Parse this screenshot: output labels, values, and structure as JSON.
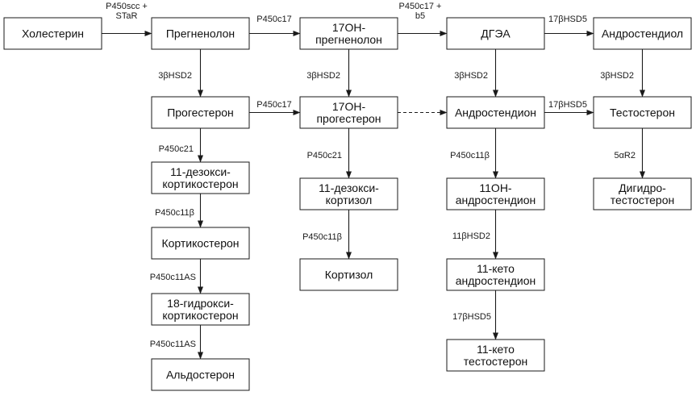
{
  "nodes": {
    "cholesterol": [
      "Холестерин"
    ],
    "pregnenolone": [
      "Прегненолон"
    ],
    "oh17_pregnenolone": [
      "17OH-",
      "прегненолон"
    ],
    "dhea": [
      "ДГЭА"
    ],
    "androstenediol": [
      "Андростендиол"
    ],
    "progesterone": [
      "Прогестерон"
    ],
    "oh17_progesterone": [
      "17OH-",
      "прогестерон"
    ],
    "androstenedione": [
      "Андростендион"
    ],
    "testosterone": [
      "Тестостерон"
    ],
    "deoxycorticosterone": [
      "11-дезокси-",
      "кортикостерон"
    ],
    "deoxycortisol": [
      "11-дезокси-",
      "кортизол"
    ],
    "oh11_androstenedione": [
      "11OH-",
      "андростендион"
    ],
    "dihydrotestosterone": [
      "Дигидро-",
      "тестостерон"
    ],
    "corticosterone": [
      "Кортикостерон"
    ],
    "cortisol": [
      "Кортизол"
    ],
    "keto11_androstenedione": [
      "11-кето",
      "андростендион"
    ],
    "hydroxycorticosterone18": [
      "18-гидрокси-",
      "кортикостерон"
    ],
    "keto11_testosterone": [
      "11-кето",
      "тестостерон"
    ],
    "aldosterone": [
      "Альдостерон"
    ]
  },
  "edges": {
    "chol_to_preg": [
      "P450scc +",
      "STaR"
    ],
    "preg_to_oh17preg": [
      "P450c17"
    ],
    "oh17preg_to_dhea": [
      "P450c17 +",
      "b5"
    ],
    "dhea_to_adiol": [
      "17βHSD5"
    ],
    "preg_to_prog": [
      "3βHSD2"
    ],
    "oh17preg_to_oh17prog": [
      "3βHSD2"
    ],
    "dhea_to_adione": [
      "3βHSD2"
    ],
    "adiol_to_testo": [
      "3βHSD2"
    ],
    "prog_to_oh17prog": [
      "P450c17"
    ],
    "adione_to_testo": [
      "17βHSD5"
    ],
    "prog_to_doc": [
      "P450c21"
    ],
    "oh17prog_to_deoxycortisol": [
      "P450c21"
    ],
    "adione_to_oh11adione": [
      "P450c11β"
    ],
    "testo_to_dht": [
      "5αR2"
    ],
    "doc_to_cort": [
      "P450c11β"
    ],
    "deoxycortisol_to_cortisol": [
      "P450c11β"
    ],
    "oh11adione_to_keto11adione": [
      "11βHSD2"
    ],
    "cort_to_18oh": [
      "P450c11AS"
    ],
    "keto11adione_to_keto11testo": [
      "17βHSD5"
    ],
    "18oh_to_aldo": [
      "P450c11AS"
    ]
  }
}
